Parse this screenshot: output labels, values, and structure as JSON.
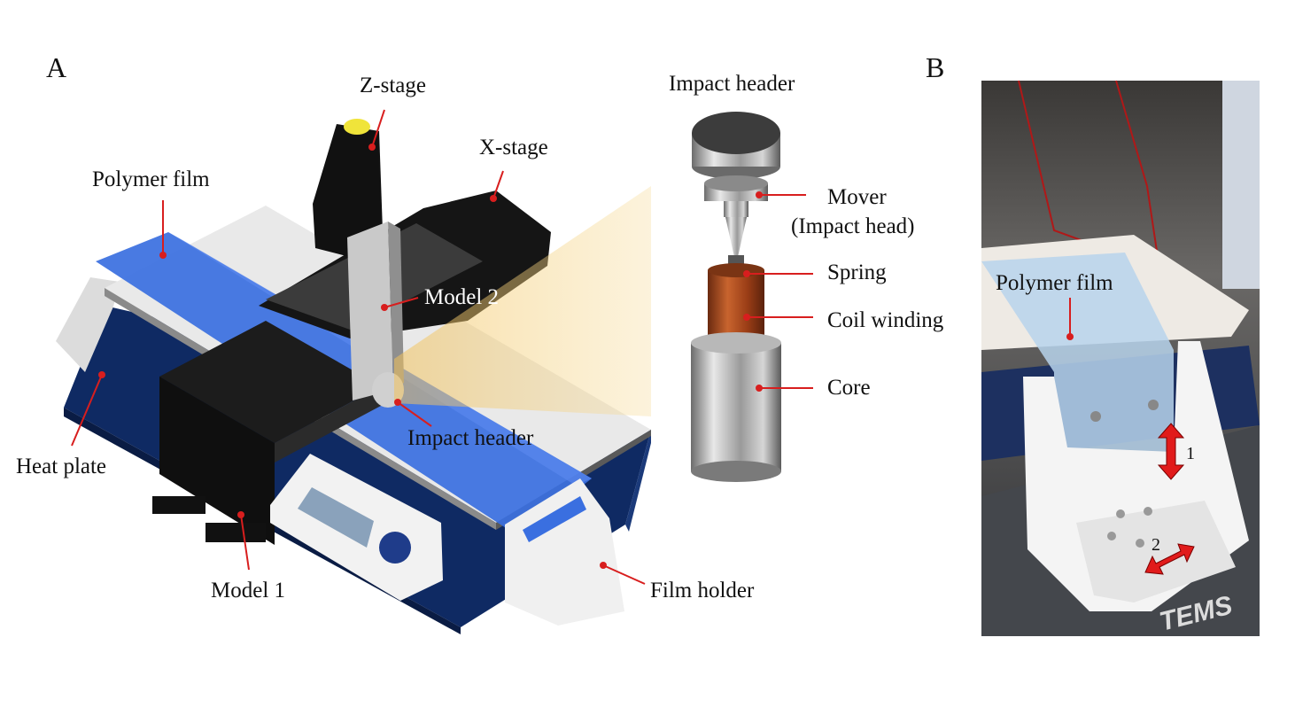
{
  "panels": {
    "a": "A",
    "b": "B"
  },
  "labels": {
    "z_stage": "Z-stage",
    "x_stage": "X-stage",
    "polymer_film": "Polymer film",
    "model_2": "Model 2",
    "heat_plate": "Heat plate",
    "impact_header_a": "Impact header",
    "model_1": "Model 1",
    "film_holder": "Film holder",
    "impact_header_exploded": "Impact header",
    "mover_line1": "Mover",
    "mover_line2": "(Impact head)",
    "spring": "Spring",
    "coil_winding": "Coil winding",
    "core": "Core",
    "polymer_film_photo": "Polymer film",
    "arrow_1": "1",
    "arrow_2": "2",
    "photo_brand_text": "TEMS"
  },
  "colors": {
    "leader_line": "#d81e1e",
    "machine_blue": "#0f2a63",
    "film_blue": "#3a6fe0",
    "stage_black": "#151515",
    "coil_copper": "#a9481e"
  }
}
